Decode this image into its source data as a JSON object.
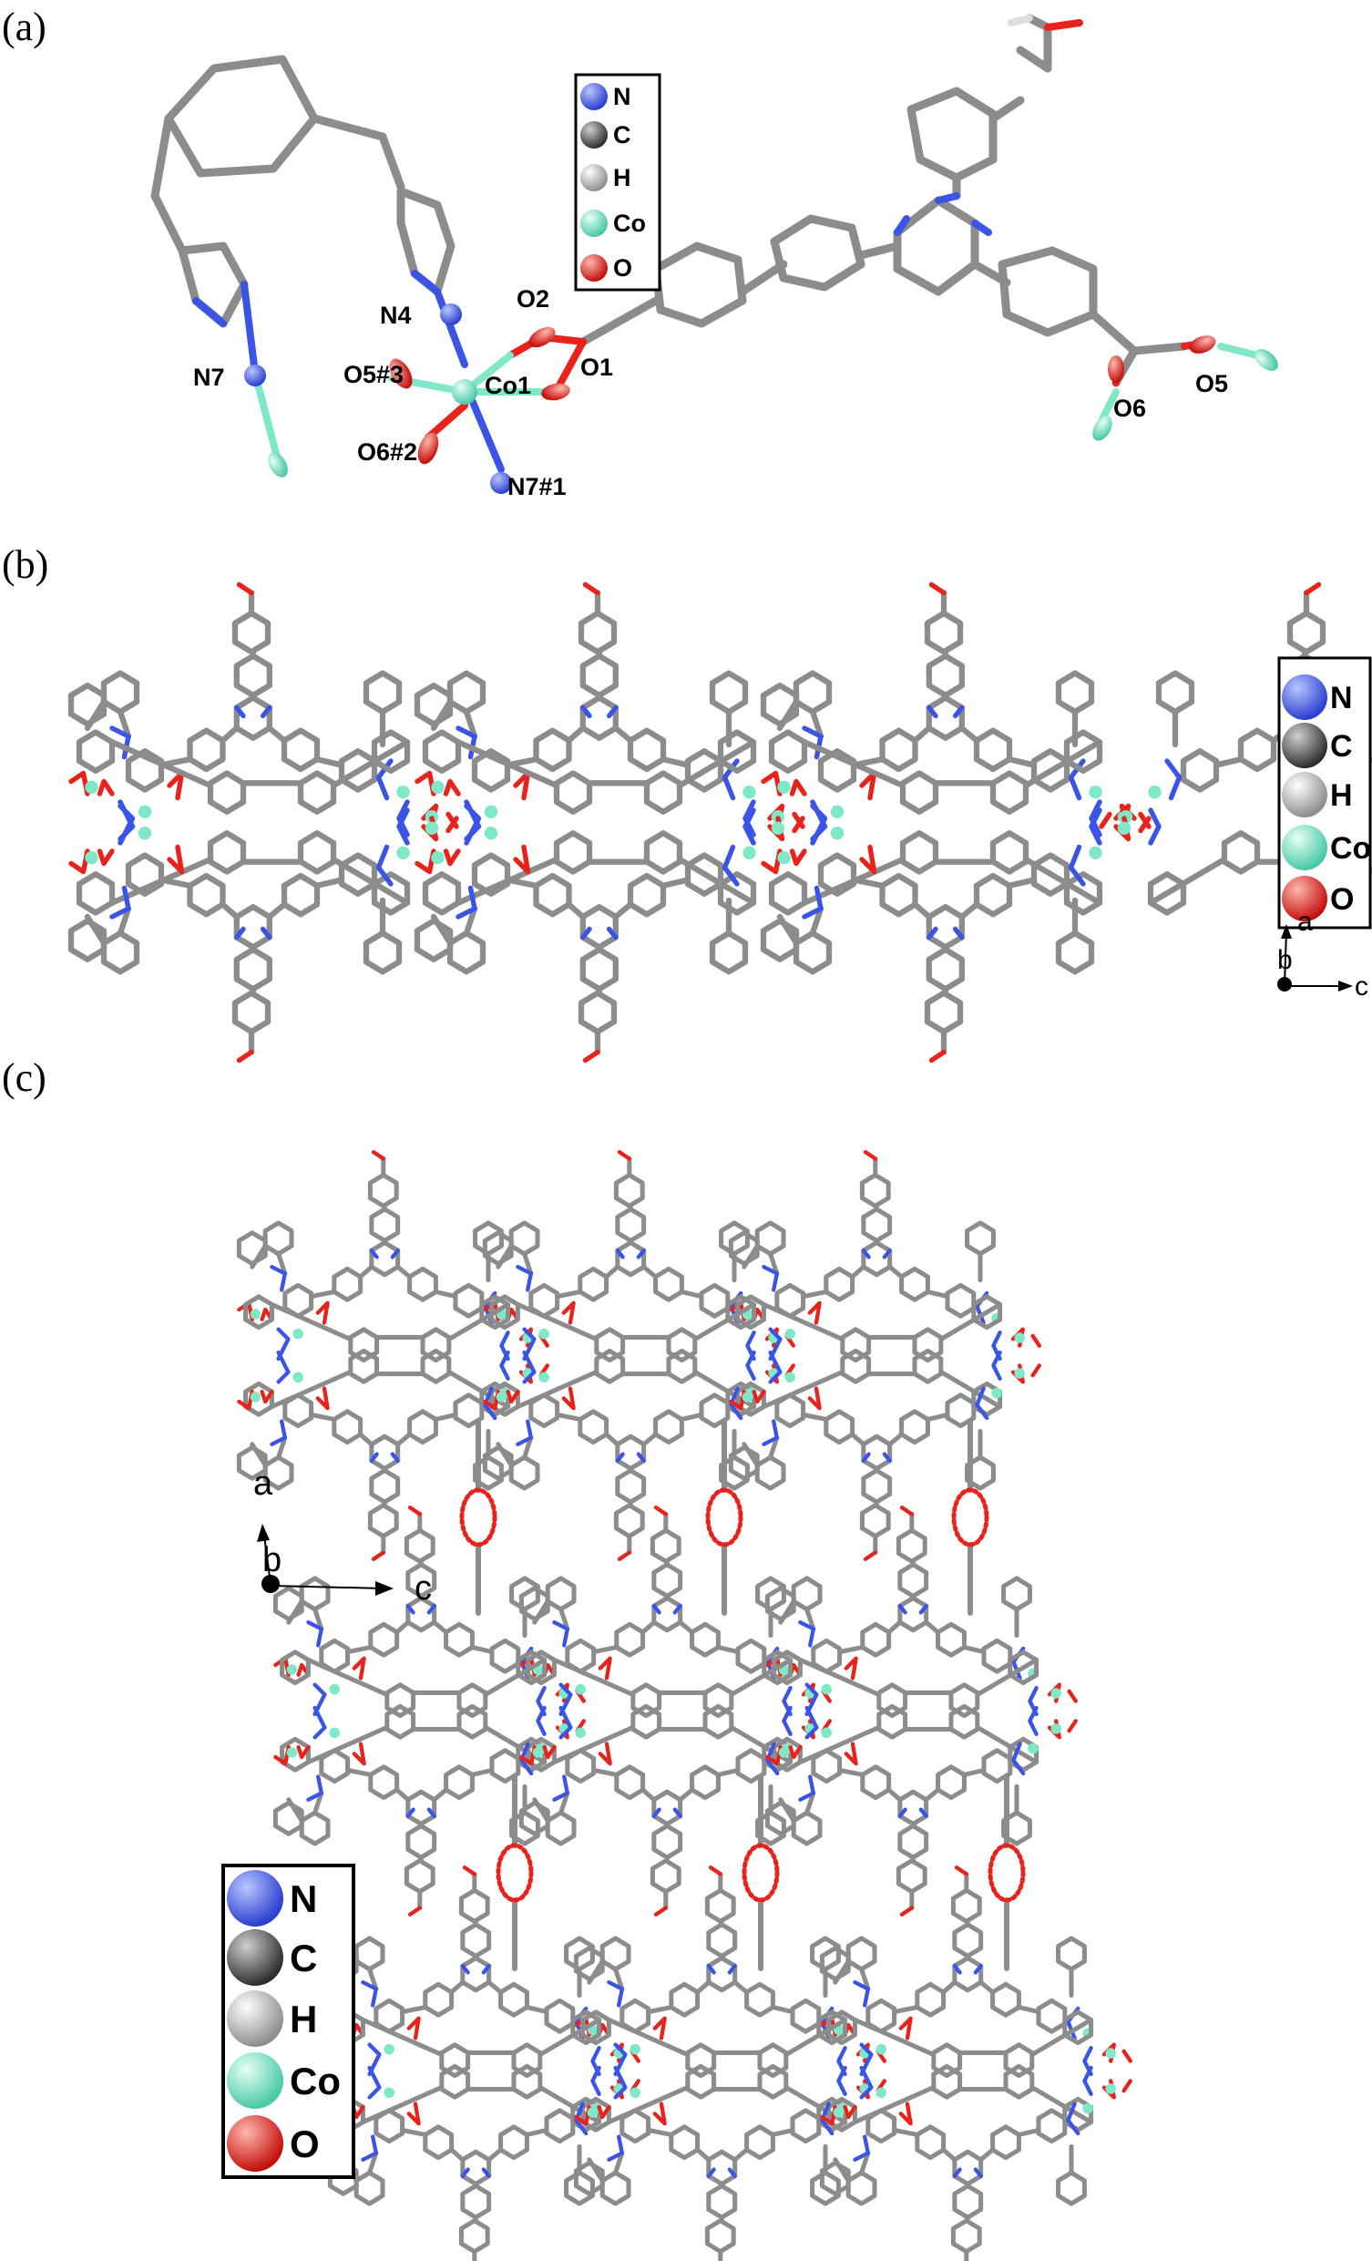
{
  "panels": {
    "a": {
      "label": "(a)"
    },
    "b": {
      "label": "(b)"
    },
    "c": {
      "label": "(c)"
    }
  },
  "atom_labels": {
    "n7": "N7",
    "n4": "N4",
    "o2": "O2",
    "o1": "O1",
    "o5_3": "O5#3",
    "co1": "Co1",
    "o6_2": "O6#2",
    "n7_1": "N7#1",
    "o6": "O6",
    "o5": "O5"
  },
  "legend": [
    {
      "symbol": "N",
      "color": "#3a55e6"
    },
    {
      "symbol": "C",
      "color": "#555555"
    },
    {
      "symbol": "H",
      "color": "#cfcfcf"
    },
    {
      "symbol": "Co",
      "color": "#7fe8c8"
    },
    {
      "symbol": "O",
      "color": "#e8231c"
    }
  ],
  "axes": {
    "a": "a",
    "b": "b",
    "c": "c"
  },
  "colors": {
    "bond_carbon": "#8c8c8c",
    "bond_nitrogen": "#3a55e6",
    "bond_oxygen": "#e8231c",
    "cobalt": "#7fe8c8",
    "hbond": "#e8231c"
  }
}
